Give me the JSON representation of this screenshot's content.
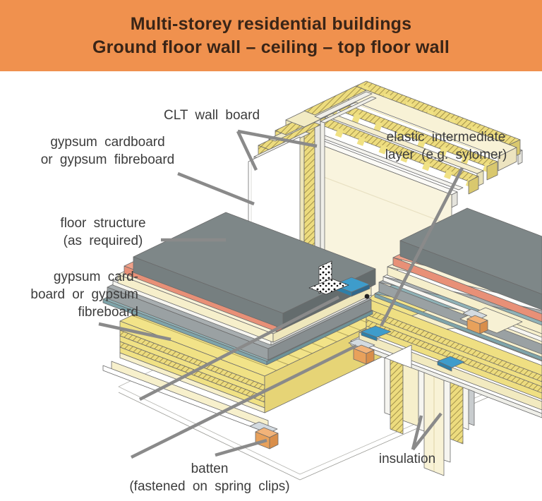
{
  "header": {
    "line1": "Multi-storey residential buildings",
    "line2": "Ground floor wall – ceiling – top floor wall",
    "bg_color": "#F0914E",
    "text_color": "#3A2517"
  },
  "labels": {
    "clt": "CLT wall board",
    "gypsum_upper_1": "gypsum  cardboard",
    "gypsum_upper_2": "or  gypsum  fibreboard",
    "elastic_1": "elastic  intermediate",
    "elastic_2": "layer  (e.g.  sylomer)",
    "floor_1": "floor  structure",
    "floor_2": "(as  required)",
    "gypsum_lower_1": "gypsum  card-",
    "gypsum_lower_2": "board  or  gypsum",
    "gypsum_lower_3": "fibreboard",
    "batten_1": "batten",
    "batten_2": "(fastened  on  spring  clips)",
    "insulation": "insulation"
  },
  "palette": {
    "banner_orange": "#F0914E",
    "leader_gray": "#8A8A8A",
    "clt_yellow": "#F0E184",
    "clt_yellow_dark": "#E6D476",
    "hatch_stroke": "#8F7E3E",
    "cream_panel": "#F8F2D6",
    "pale_board": "#F7F0CC",
    "white_board": "#FFFFFF",
    "screed_gray_top": "#7E8788",
    "screed_gray_side": "#646C6D",
    "gray_board": "#9AA1A3",
    "teal_board": "#7EA4AA",
    "salmon_layer": "#E89077",
    "sylomer_blue": "#3E9CCB",
    "batten_orange": "#E8A15B",
    "clip_gray": "#D3DAE0",
    "outline": "#6B6B6B"
  },
  "diagram_elements": [
    "clt-wall-board",
    "gypsum-boards-wall",
    "elastic-intermediate-layer",
    "floor-structure",
    "ceiling-clt-slab",
    "gypsum-boards-ceiling",
    "batten-on-spring-clips",
    "insulation-layers",
    "perforated-angle-bracket"
  ]
}
